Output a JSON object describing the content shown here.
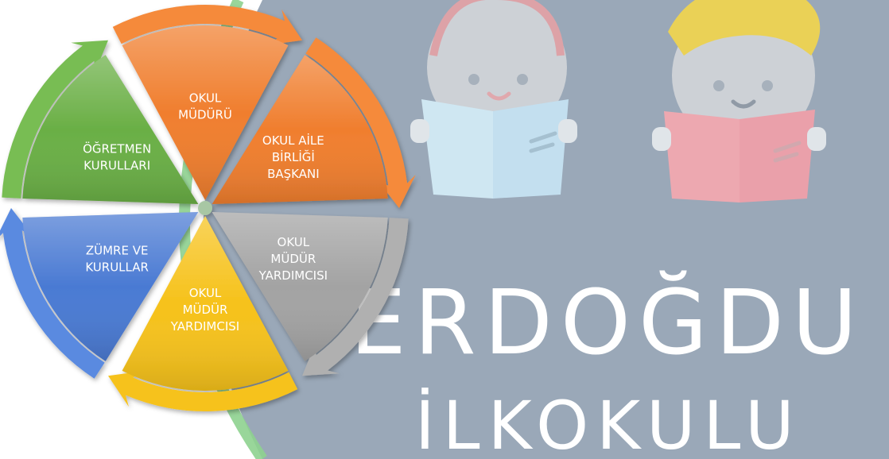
{
  "brand": {
    "line1": "ERDOĞDU",
    "line2": "İLKOKULU"
  },
  "cycle": {
    "center_color": "#a8c7a4",
    "segments": [
      {
        "id": "okul-muduru",
        "lines": [
          "OKUL",
          "MÜDÜRÜ"
        ],
        "color": "#f07e2e",
        "arrow_color": "#f58a3a"
      },
      {
        "id": "okul-aile-birligi-baskani",
        "lines": [
          "OKUL AİLE",
          "BİRLİĞİ",
          "BAŞKANI"
        ],
        "color": "#f07e2e",
        "arrow_color": "#f58a3a"
      },
      {
        "id": "okul-mudur-yardimcisi-1",
        "lines": [
          "OKUL",
          "MÜDÜR",
          "YARDIMCISI"
        ],
        "color": "#a3a3a3",
        "arrow_color": "#b0b0b0"
      },
      {
        "id": "okul-mudur-yardimcisi-2",
        "lines": [
          "OKUL",
          "MÜDÜR",
          "YARDIMCISI"
        ],
        "color": "#f6c21b",
        "arrow_color": "#f6c21b"
      },
      {
        "id": "zumre-ve-kurullar",
        "lines": [
          "ZÜMRE VE",
          "KURULLAR"
        ],
        "color": "#4a7ad3",
        "arrow_color": "#5a8ae0"
      },
      {
        "id": "ogretmen-kurullari",
        "lines": [
          "ÖĞRETMEN",
          "KURULLARI"
        ],
        "color": "#6aaf45",
        "arrow_color": "#78bd52"
      }
    ]
  },
  "colors": {
    "background_panel": "#9aa8b8",
    "green_arc": "#8ed18f",
    "girl_book": "#d5eef9",
    "boy_book": "#f6a8b0",
    "boy_hair": "#f3d64c"
  }
}
